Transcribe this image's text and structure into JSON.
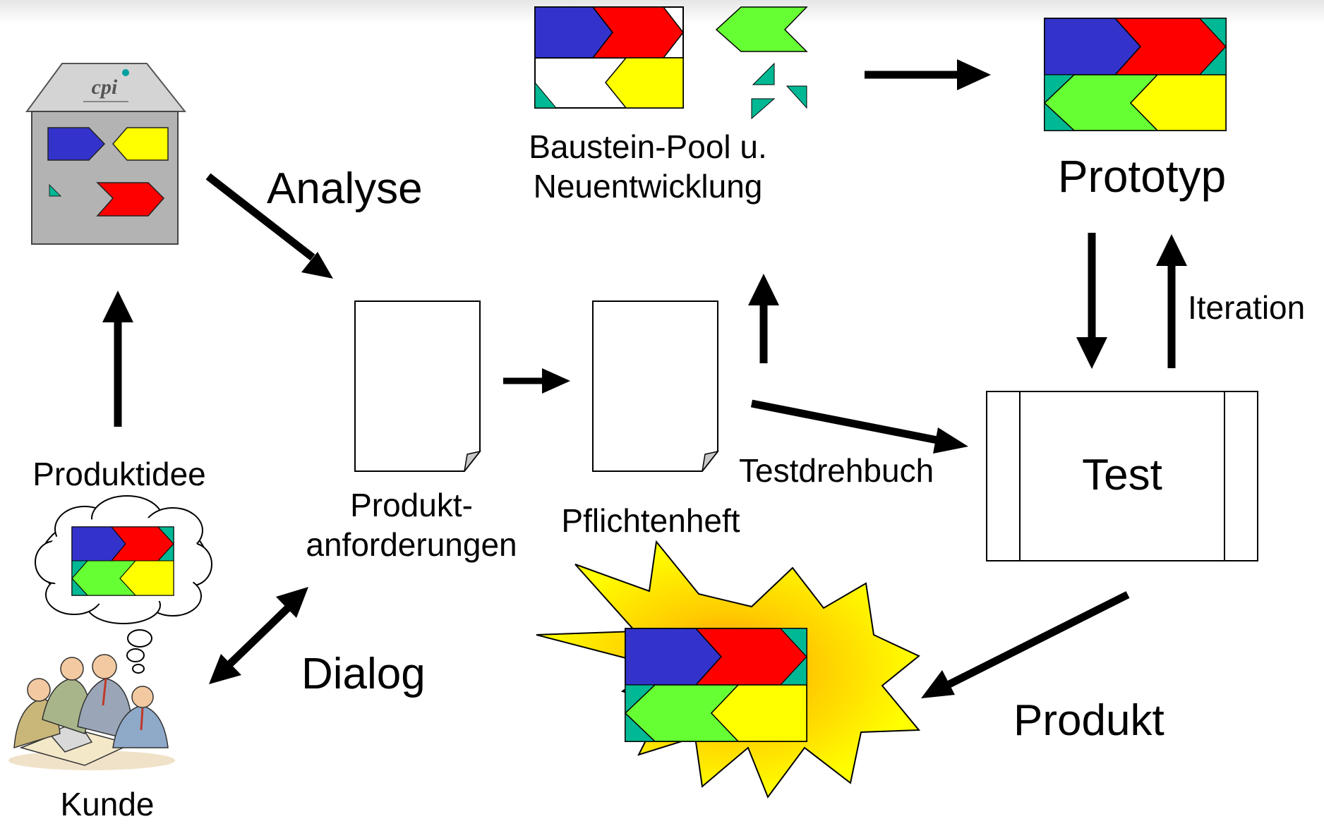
{
  "labels": {
    "analyse": "Analyse",
    "pool_line1": "Baustein-Pool u.",
    "pool_line2": "Neuentwicklung",
    "prototyp": "Prototyp",
    "iteration": "Iteration",
    "produktidee": "Produktidee",
    "anf_line1": "Produkt-",
    "anf_line2": "anforderungen",
    "pflichtenheft": "Pflichtenheft",
    "testdrehbuch": "Testdrehbuch",
    "test": "Test",
    "dialog": "Dialog",
    "produkt": "Produkt",
    "kunde": "Kunde"
  },
  "logo": {
    "text": "cpi"
  },
  "colors": {
    "blue": "#3333cc",
    "red": "#ff0000",
    "yellow": "#ffff00",
    "green": "#66ff33",
    "teal": "#00b894",
    "house_gray": "#b3b3b3"
  }
}
